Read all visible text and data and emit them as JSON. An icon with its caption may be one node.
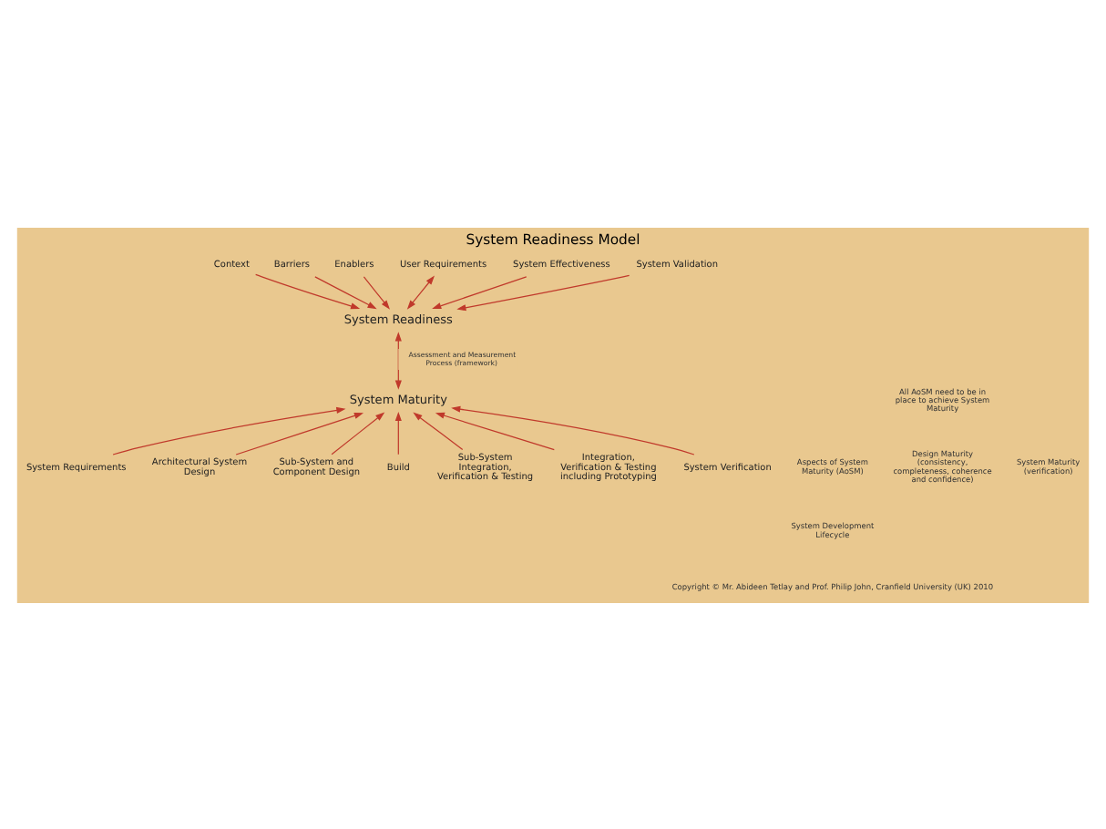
{
  "diagram": {
    "title": "System Readiness Model",
    "nodes": [
      {
        "text": [
          "System Readiness"
        ]
      },
      {
        "text": [
          "Context"
        ]
      },
      {
        "text": [
          "Barriers"
        ]
      },
      {
        "text": [
          "Enablers"
        ]
      },
      {
        "text": [
          "User Requirements"
        ]
      },
      {
        "text": [
          "System Effectiveness"
        ]
      },
      {
        "text": [
          "System Validation"
        ]
      },
      {
        "text": [
          "System Maturity"
        ]
      },
      {
        "text": [
          "System Requirements"
        ]
      },
      {
        "text": [
          "Architectural System Design"
        ]
      },
      {
        "text": [
          "Sub-System and Component Design"
        ]
      },
      {
        "text": [
          "Build"
        ]
      },
      {
        "text": [
          "Sub-System Integration, Verification & Testing"
        ]
      },
      {
        "text": [
          "Integration, Verification & Testing including Prototyping"
        ]
      },
      {
        "text": [
          "System Verification"
        ]
      }
    ],
    "edges": [
      {
        "from": 3,
        "to": 0,
        "arrow": "to"
      },
      {
        "from": 2,
        "to": 0,
        "arrow": "to"
      },
      {
        "from": 1,
        "to": 0,
        "arrow": "to"
      },
      {
        "from": 5,
        "to": 0,
        "arrow": "to"
      },
      {
        "from": 4,
        "to": 0,
        "arrow": "both"
      },
      {
        "from": 6,
        "to": 0,
        "arrow": "to"
      },
      {
        "from": 0,
        "to": 7,
        "arrow": "both",
        "label": "Assessment and Measurement Process (framework)"
      },
      {
        "from": 8,
        "to": 7,
        "arrow": "to"
      },
      {
        "from": 9,
        "to": 7,
        "arrow": "to"
      },
      {
        "from": 10,
        "to": 7,
        "arrow": "to"
      },
      {
        "from": 11,
        "to": 7,
        "arrow": "to"
      },
      {
        "from": 12,
        "to": 7,
        "arrow": "to"
      },
      {
        "from": 13,
        "to": 7,
        "arrow": "to"
      },
      {
        "from": 14,
        "to": 7,
        "arrow": "to"
      }
    ],
    "labels": [
      "All AoSM need to be in place to achieve System Maturity",
      "Aspects of System Maturity (AoSM)",
      "Design Maturity (consistency, completeness, coherence and confidence)",
      "System Maturity (verification)",
      "System Development Lifecycle",
      "Copyright © Mr. Abideen Tetlay and Prof. Philip John, Cranfield University (UK) 2010"
    ]
  }
}
